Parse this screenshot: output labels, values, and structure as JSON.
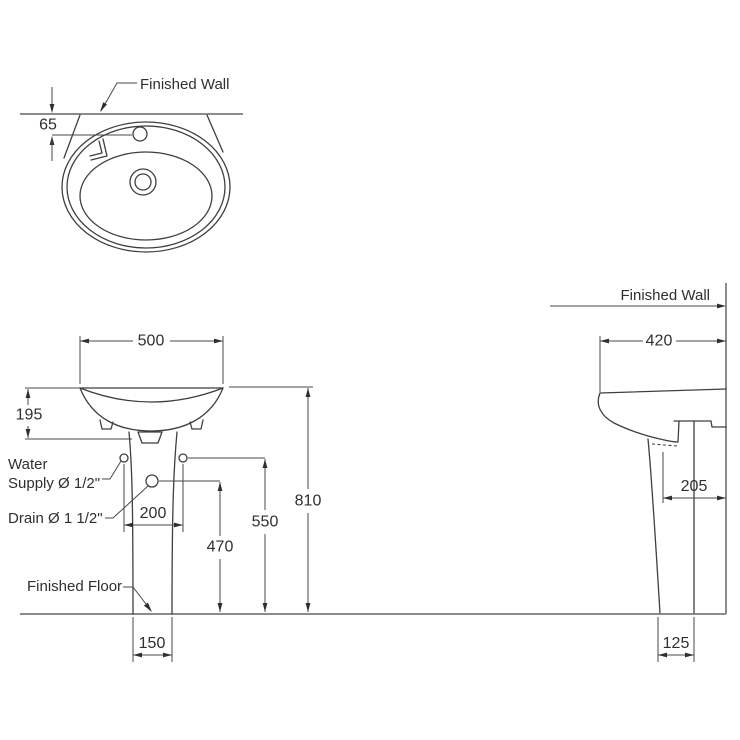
{
  "drawing": {
    "top_view": {
      "finished_wall_label": "Finished Wall",
      "dim_wall_to_faucet": "65"
    },
    "front_view": {
      "dim_width": "500",
      "dim_basin_depth": "195",
      "dim_holes_spacing": "200",
      "dim_drain_height": "470",
      "dim_supply_height": "550",
      "dim_rim_height": "810",
      "dim_pedestal_base_width": "150",
      "water_supply_label_line1": "Water",
      "water_supply_label_line2": "Supply Ø 1/2\"",
      "drain_label": "Drain Ø 1 1/2\"",
      "finished_floor_label": "Finished Floor"
    },
    "side_view": {
      "finished_wall_label": "Finished Wall",
      "dim_depth_from_wall": "420",
      "dim_drain_center_from_wall": "205",
      "dim_pedestal_base_depth": "125"
    },
    "colors": {
      "line": "#3f3f3f",
      "reference_line": "#8c8c8c",
      "text": "#2f2f2f",
      "background": "#ffffff"
    }
  }
}
